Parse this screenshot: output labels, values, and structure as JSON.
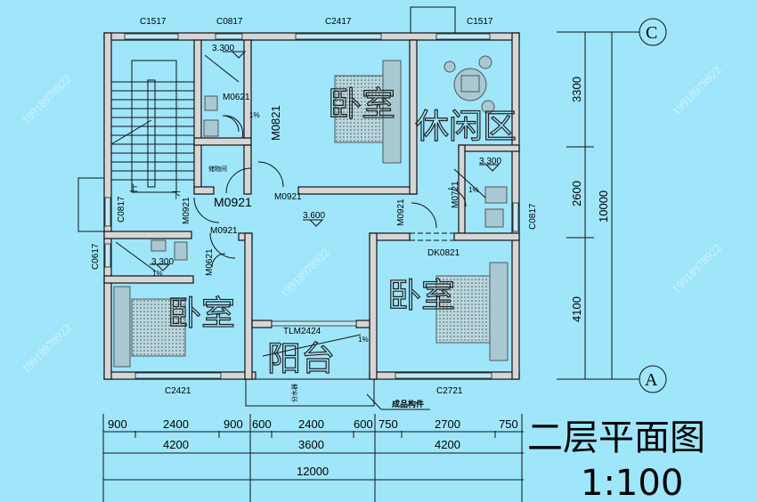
{
  "drawing": {
    "title": "二层平面图",
    "scale": "1:100",
    "watermark": "19918978922",
    "colors": {
      "background": "#9fe6fb",
      "wall": "#d6d6d6",
      "line": "#111111"
    }
  },
  "windows": {
    "top_stair": "C1517",
    "top_bath": "C0817",
    "top_bedroom": "C2417",
    "top_leisure": "C1517",
    "left_stair": "C0817",
    "left_bath": "C0617",
    "right_bath": "C0817",
    "bottom_left_bedroom": "C2421",
    "bottom_right_bedroom": "C2721",
    "balcony_door": "TLM2424"
  },
  "doors": {
    "bath_top": "M0621",
    "bedroom_top": "M0821",
    "storage": "M0921",
    "bedroom_top_entry": "M0921",
    "stair_side": "M0921",
    "left_bedroom": "M0921",
    "left_bath": "M0621",
    "right_bedroom": "M0921",
    "right_bath": "M0721",
    "right_opening": "DK0821"
  },
  "levels": {
    "bath_top": "3.300",
    "hall": "3.600",
    "bath_right": "3.300",
    "bath_left": "3.300"
  },
  "rooms": {
    "bedroom_top": "卧室",
    "leisure": "休闲区",
    "bedroom_left": "卧室",
    "bedroom_right": "卧室",
    "balcony": "阳台",
    "storage": "储物间",
    "stair_up": "上",
    "stair_down": "下",
    "slope": "1%"
  },
  "annotations": {
    "component": "成品构件",
    "water": "分水器"
  },
  "dimensions": {
    "bottom_row1": [
      "900",
      "2400",
      "900",
      "600",
      "2400",
      "600",
      "750",
      "2700",
      "750"
    ],
    "bottom_row2": [
      "4200",
      "3600",
      "4200"
    ],
    "bottom_total": "12000",
    "right_row": [
      "3300",
      "2600",
      "4100"
    ],
    "right_total": "10000",
    "axis_top": "C",
    "axis_bottom": "A"
  }
}
